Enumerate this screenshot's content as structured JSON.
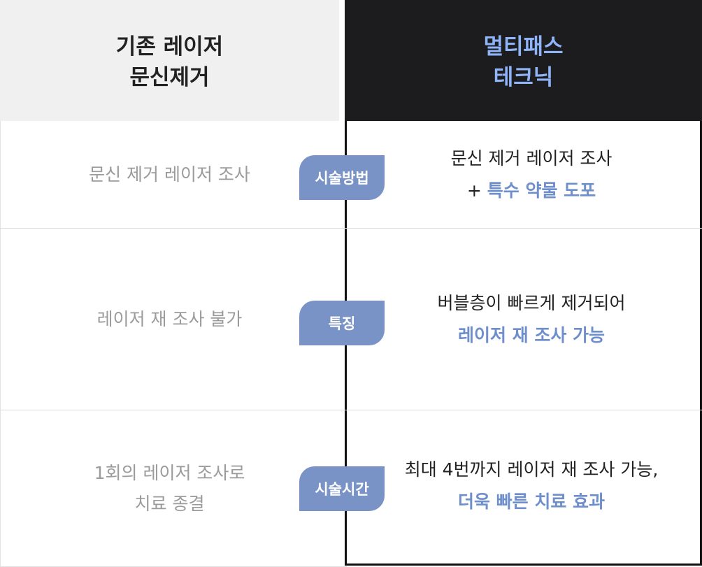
{
  "header": {
    "left_title_line1": "기존 레이저",
    "left_title_line2": "문신제거",
    "right_title_line1": "멀티패스",
    "right_title_line2": "테크닉"
  },
  "rows": [
    {
      "badge": "시술방법",
      "left_line1": "문신 제거 레이저 조사",
      "left_line2": "",
      "right_line1": "문신 제거 레이저 조사",
      "right_line2_prefix": "+ ",
      "right_line2_highlight": "특수 약물 도포"
    },
    {
      "badge": "특징",
      "left_line1": "레이저 재 조사 불가",
      "left_line2": "",
      "right_line1": "버블층이 빠르게 제거되어",
      "right_line2_prefix": "",
      "right_line2_highlight": "레이저 재 조사 가능"
    },
    {
      "badge": "시술시간",
      "left_line1": "1회의 레이저 조사로",
      "left_line2": "치료 종결",
      "right_line1": "최대 4번까지 레이저 재 조사 가능,",
      "right_line2_prefix": "",
      "right_line2_highlight": "더욱 빠른 치료 효과"
    }
  ],
  "colors": {
    "left_header_bg": "#f0f0f0",
    "right_header_bg": "#1c1b1d",
    "right_header_text": "#8fb4f8",
    "badge_bg": "#7993c6",
    "highlight_text": "#6e8fcb",
    "left_text": "#9b9b9b"
  }
}
